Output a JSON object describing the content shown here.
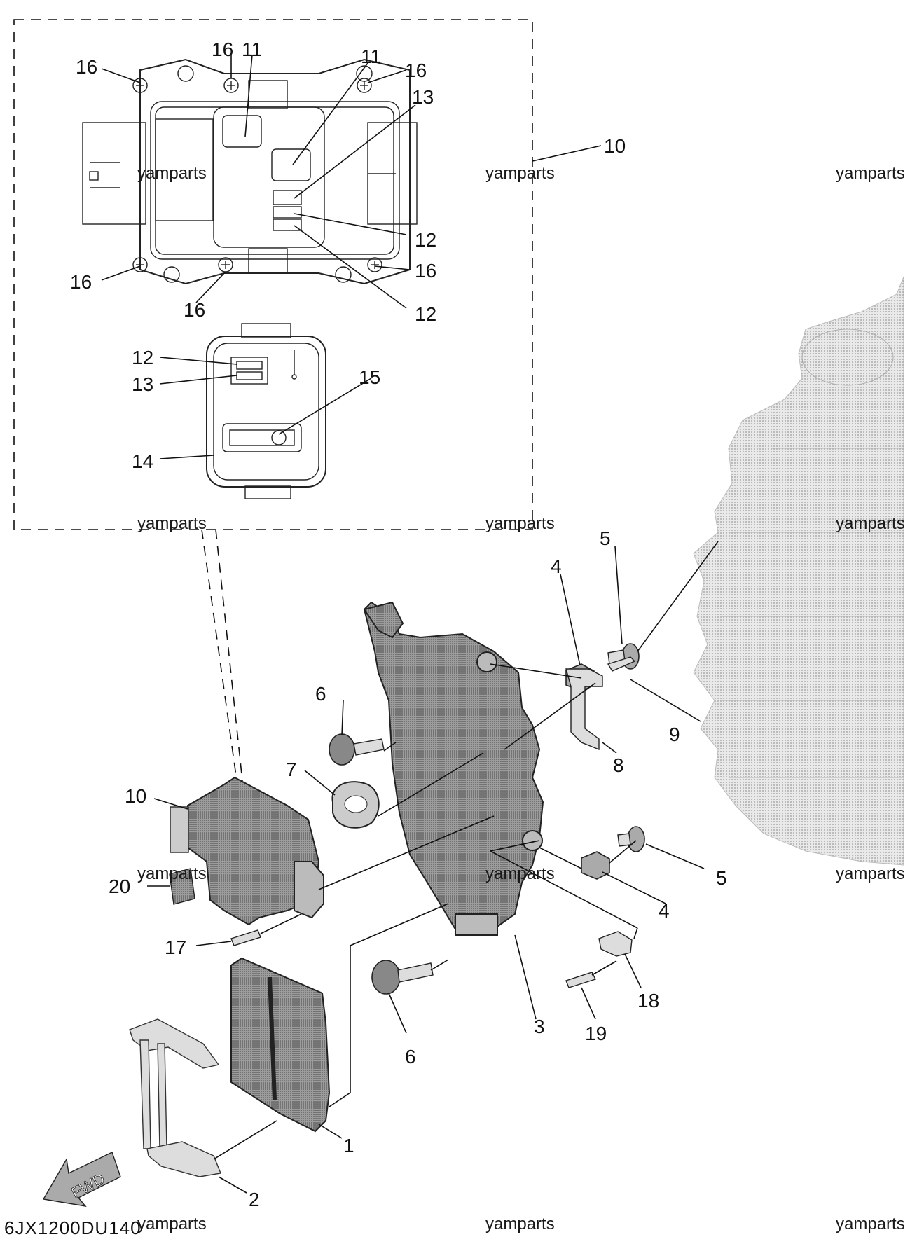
{
  "diagram_code": "6JX1200DU140",
  "watermark": "yamparts",
  "fwd_label": "FWD",
  "callouts": {
    "c1": "1",
    "c2": "2",
    "c3": "3",
    "c4a": "4",
    "c4b": "4",
    "c5a": "5",
    "c5b": "5",
    "c6a": "6",
    "c6b": "6",
    "c7": "7",
    "c8": "8",
    "c9": "9",
    "c10a": "10",
    "c10b": "10",
    "c11a": "11",
    "c11b": "11",
    "c12a": "12",
    "c12b": "12",
    "c12c": "12",
    "c13a": "13",
    "c13b": "13",
    "c14": "14",
    "c15": "15",
    "c16a": "16",
    "c16b": "16",
    "c16c": "16",
    "c16d": "16",
    "c16e": "16",
    "c16f": "16",
    "c17": "17",
    "c18": "18",
    "c19": "19",
    "c20": "20"
  },
  "colors": {
    "part_fill": "#8c8c8c",
    "engine_fill": "#d6d6d6",
    "line": "#111111"
  }
}
